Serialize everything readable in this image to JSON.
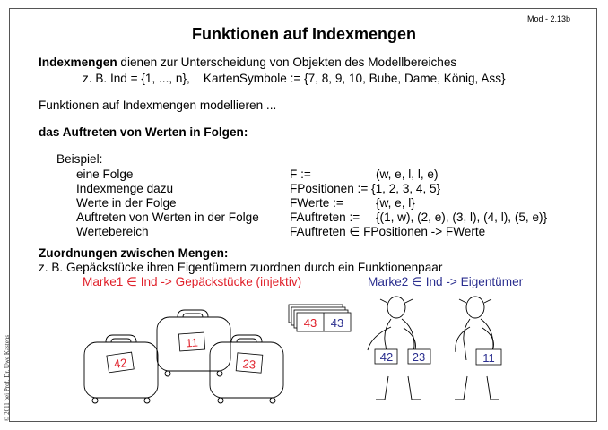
{
  "page_number": "Mod - 2.13b",
  "title": "Funktionen auf Indexmengen",
  "copyright": "© 2011 bei Prof. Dr. Uwe Kastens",
  "intro": {
    "term": "Indexmengen",
    "text": " dienen zur Unterscheidung von Objekten des Modellbereiches",
    "example": "z. B. Ind = {1, ..., n},    KartenSymbole := {7, 8, 9, 10, Bube, Dame, König, Ass}"
  },
  "lead": "Funktionen auf Indexmengen modellieren ...",
  "section1": {
    "heading": "das Auftreten von Werten in Folgen:",
    "beispiel": "Beispiel:",
    "rows": [
      {
        "label": "eine Folge",
        "name": "F :=",
        "value": "(w, e, l, l, e)"
      },
      {
        "label": "Indexmenge dazu",
        "name": "FPositionen := {1, 2, 3, 4, 5}",
        "value": ""
      },
      {
        "label": "Werte in der Folge",
        "name": "FWerte :=",
        "value": "{w, e, l}"
      },
      {
        "label": "Auftreten von Werten in der Folge",
        "name": "FAuftreten :=",
        "value": "{(1, w), (2, e), (3, l), (4, l), (5, e)}"
      },
      {
        "label": "Wertebereich",
        "name": "FAuftreten ∈ FPositionen -> FWerte",
        "value": ""
      }
    ]
  },
  "section2": {
    "heading": "Zuordnungen zwischen Mengen:",
    "text": "z. B. Gepäckstücke ihren Eigentümern zuordnen durch ein Funktionenpaar",
    "marke1": "Marke1 ∈ Ind -> Gepäckstücke (injektiv)",
    "marke2": "Marke2 ∈ Ind -> Eigentümer"
  },
  "labels": {
    "card_red": "43",
    "card_blue": "43",
    "bag1": "42",
    "bag2": "11",
    "bag3": "23",
    "man1_a": "42",
    "man1_b": "23",
    "man2": "11"
  },
  "colors": {
    "red": "#e0202a",
    "blue": "#2b2f8f"
  }
}
